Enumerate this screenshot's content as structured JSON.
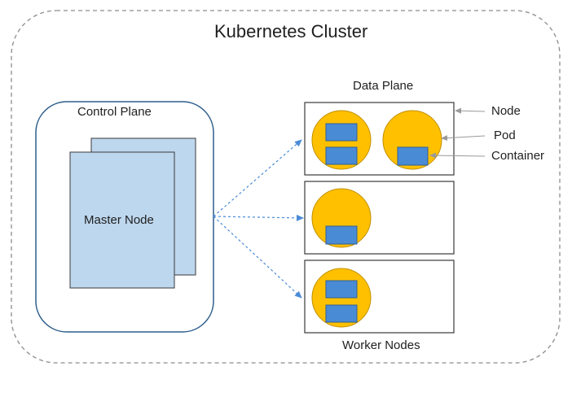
{
  "diagram": {
    "cluster_label": "Kubernetes Cluster",
    "control_plane_label": "Control Plane",
    "master_node_label": "Master Node",
    "data_plane_label": "Data Plane",
    "worker_nodes_label": "Worker Nodes",
    "legend": {
      "node_label": "Node",
      "pod_label": "Pod",
      "container_label": "Container"
    }
  },
  "colors": {
    "pod_fill": "#ffc000",
    "pod_stroke": "#c09000",
    "container_fill": "#4a8bd6",
    "container_stroke": "#2e5f96",
    "master_fill": "#bdd7ee",
    "master_stroke": "#3a3a3a",
    "control_plane_stroke": "#2e5f8c",
    "arrow": "#4a8bd6",
    "pointer_arrow": "#999999"
  }
}
